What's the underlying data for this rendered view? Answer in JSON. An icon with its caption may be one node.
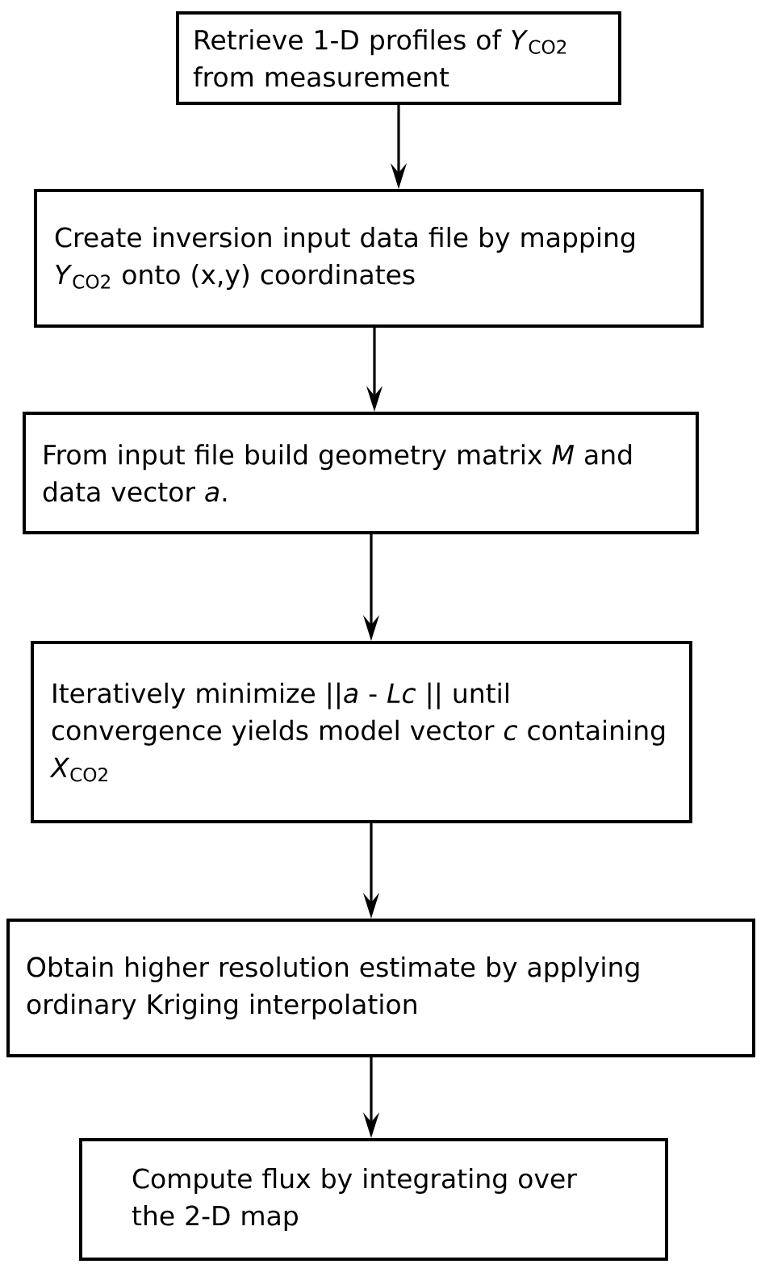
{
  "diagram": {
    "nodes": [
      {
        "text": [
          "Retrieve 1-D profiles of *Y*$_{CO2}$ from measurement"
        ]
      },
      {
        "text": [
          "Create inversion input data file by mapping *Y*$_{CO2}$ onto (x,y) coordinates"
        ]
      },
      {
        "text": [
          "From input file build geometry matrix *M* and data vector *a*."
        ]
      },
      {
        "text": [
          "Iteratively minimize ||*a* - *Lc* || until convergence yields model vector *c* containing *X*$_{CO2}$"
        ]
      },
      {
        "text": [
          "Obtain higher resolution estimate by applying ordinary Kriging interpolation"
        ]
      },
      {
        "text": [
          "Compute flux by integrating over the 2-D map"
        ]
      }
    ],
    "edges": [
      {
        "from": 0,
        "to": 1,
        "arrow": "to"
      },
      {
        "from": 1,
        "to": 2,
        "arrow": "to"
      },
      {
        "from": 2,
        "to": 3,
        "arrow": "to"
      },
      {
        "from": 3,
        "to": 4,
        "arrow": "to"
      },
      {
        "from": 4,
        "to": 5,
        "arrow": "to"
      }
    ]
  }
}
